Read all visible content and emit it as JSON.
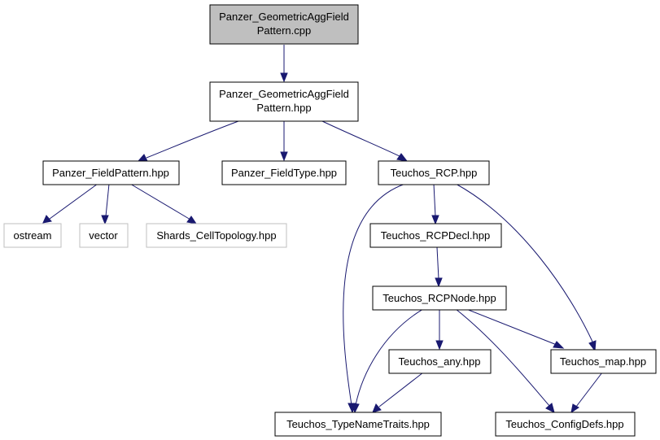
{
  "nodes": {
    "root": {
      "lines": [
        "Panzer_GeometricAggField",
        "Pattern.cpp"
      ]
    },
    "agg_hpp": {
      "lines": [
        "Panzer_GeometricAggField",
        "Pattern.hpp"
      ]
    },
    "field_pattern": {
      "lines": [
        "Panzer_FieldPattern.hpp"
      ]
    },
    "field_type": {
      "lines": [
        "Panzer_FieldType.hpp"
      ]
    },
    "teuchos_rcp": {
      "lines": [
        "Teuchos_RCP.hpp"
      ]
    },
    "ostream": {
      "lines": [
        "ostream"
      ]
    },
    "vector": {
      "lines": [
        "vector"
      ]
    },
    "shards": {
      "lines": [
        "Shards_CellTopology.hpp"
      ]
    },
    "rcp_decl": {
      "lines": [
        "Teuchos_RCPDecl.hpp"
      ]
    },
    "rcp_node": {
      "lines": [
        "Teuchos_RCPNode.hpp"
      ]
    },
    "any": {
      "lines": [
        "Teuchos_any.hpp"
      ]
    },
    "map": {
      "lines": [
        "Teuchos_map.hpp"
      ]
    },
    "type_name_traits": {
      "lines": [
        "Teuchos_TypeNameTraits.hpp"
      ]
    },
    "config_defs": {
      "lines": [
        "Teuchos_ConfigDefs.hpp"
      ]
    }
  },
  "colors": {
    "edge": "#191970",
    "root_fill": "#bfbfbf",
    "node_border": "#000000",
    "external_border": "#bfbfbf"
  }
}
